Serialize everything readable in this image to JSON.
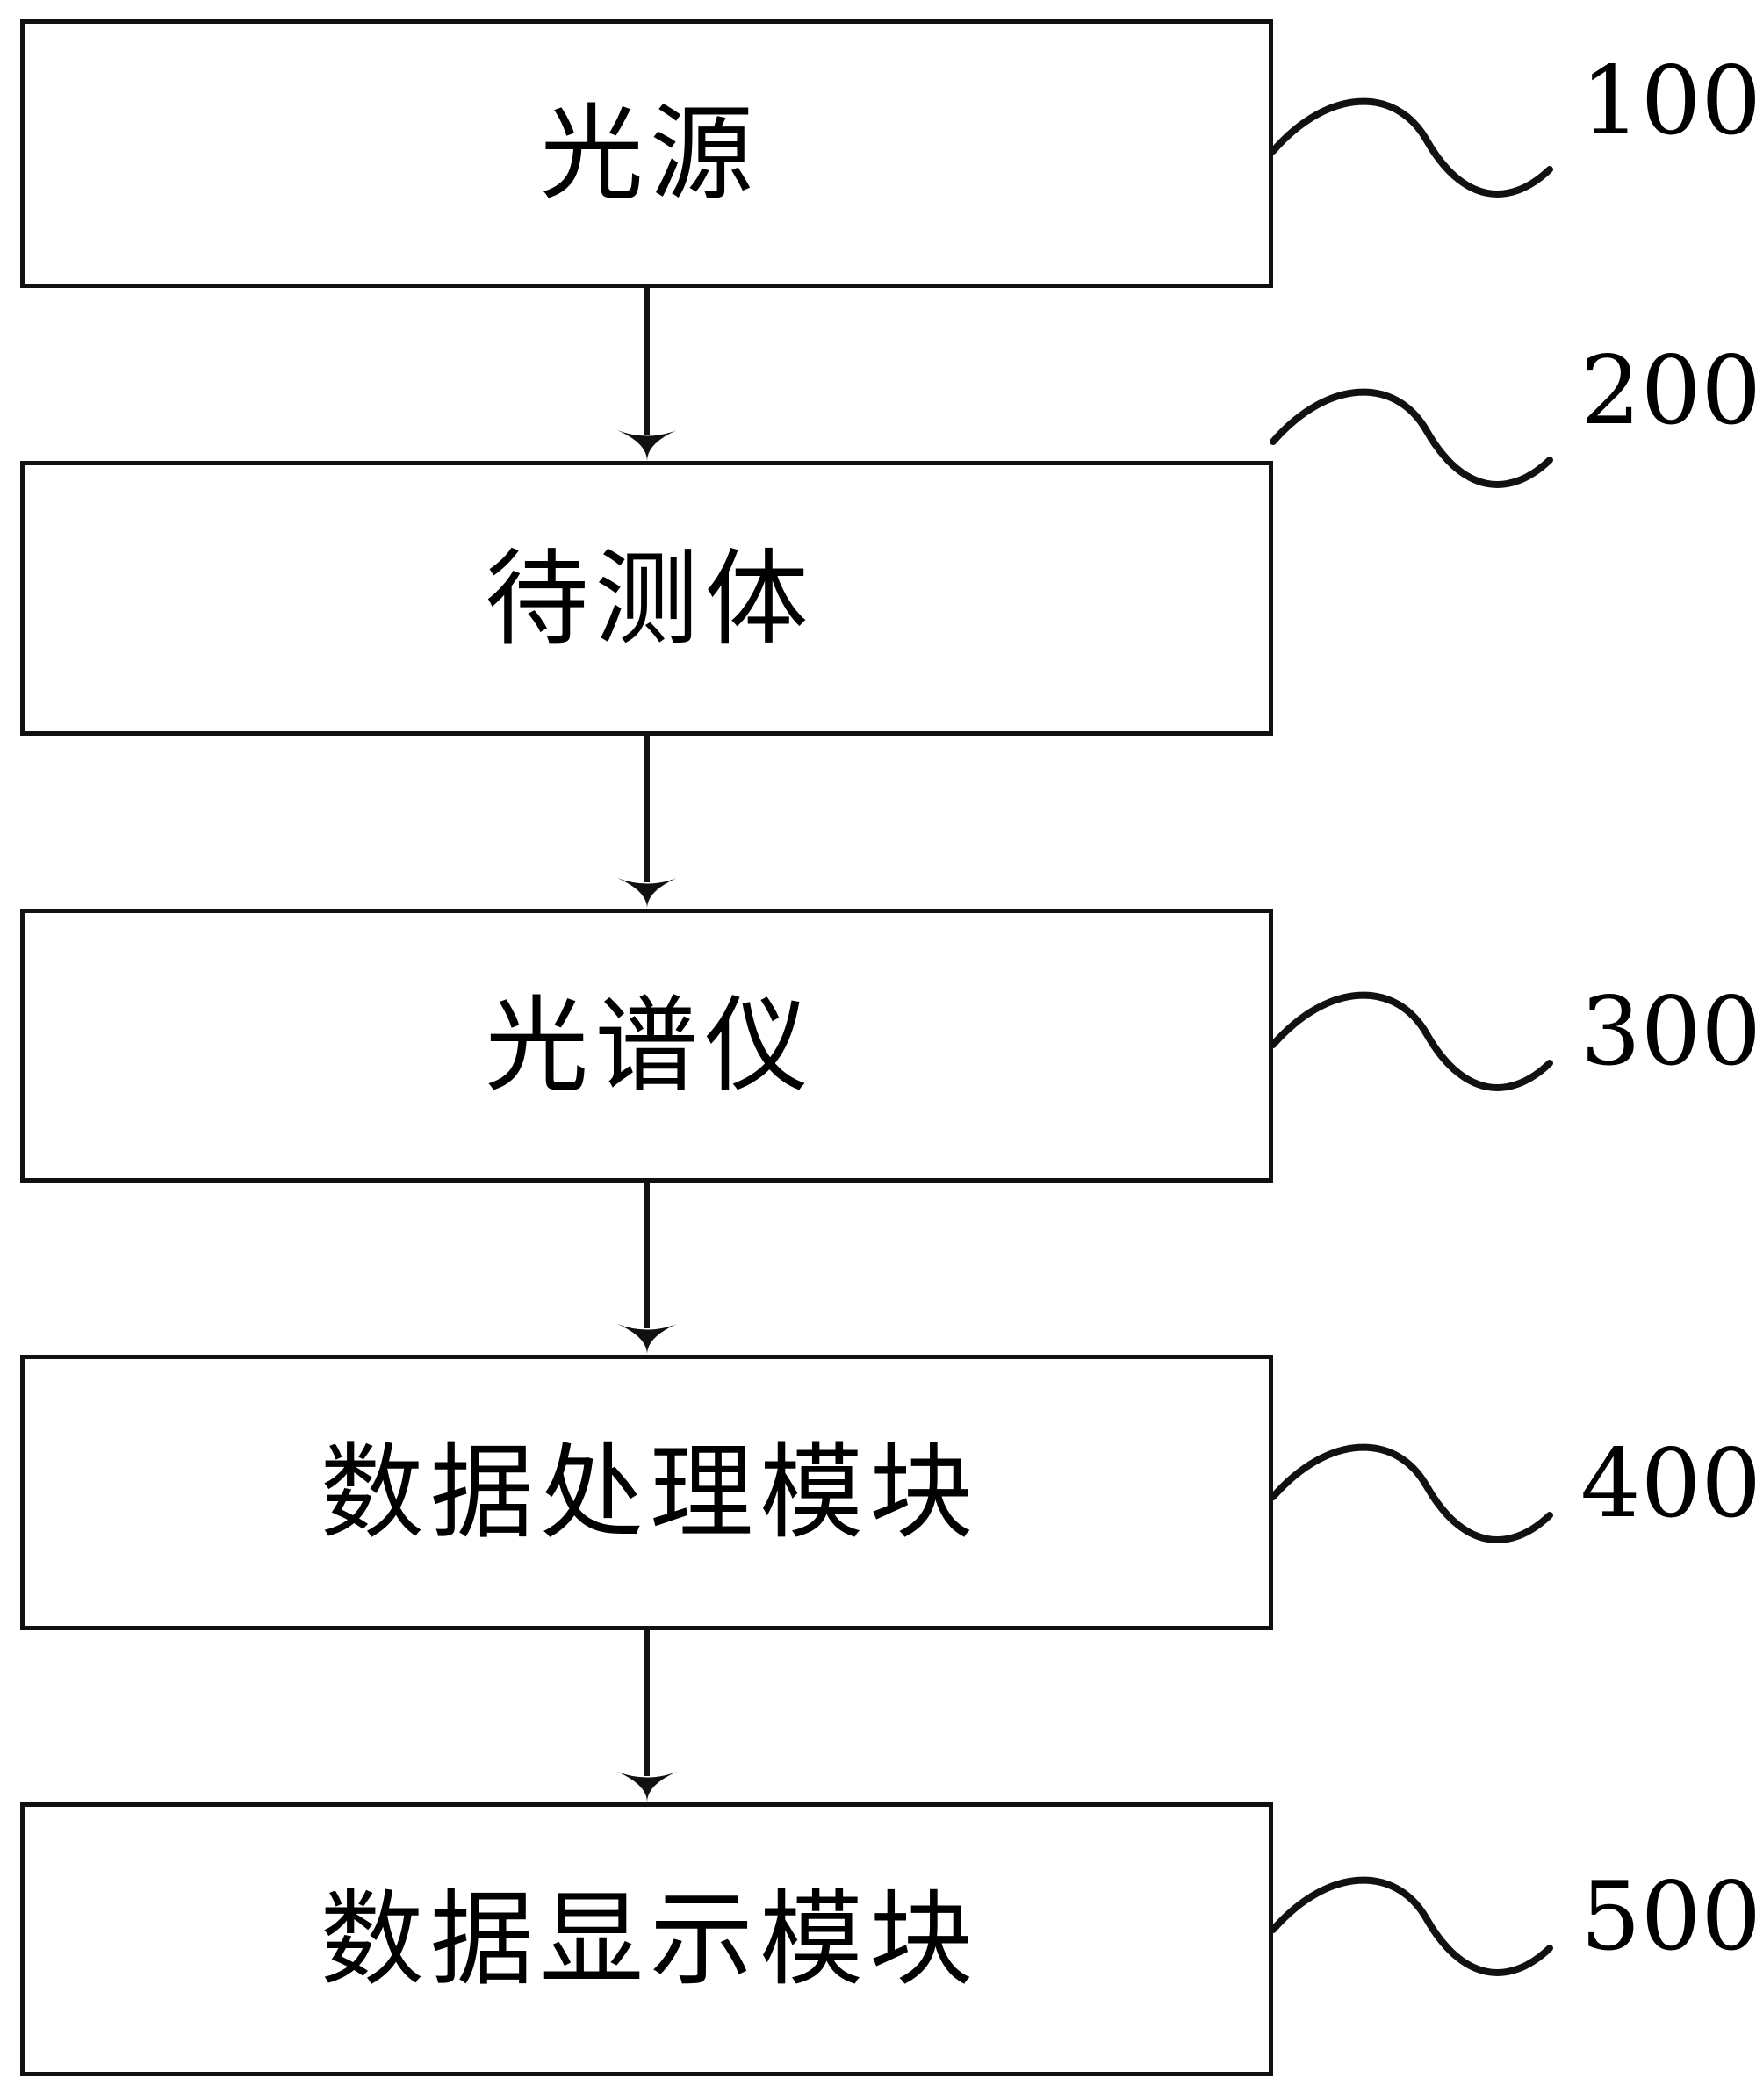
{
  "figure": {
    "type": "patent-block-diagram",
    "orientation": "vertical-top-to-bottom",
    "background_color": "#ffffff",
    "line_color": "#111111"
  },
  "nodes": [
    {
      "id": "light-source",
      "label": "光源",
      "ref": "100"
    },
    {
      "id": "object-under-test",
      "label": "待测体",
      "ref": "200"
    },
    {
      "id": "spectrometer",
      "label": "光谱仪",
      "ref": "300"
    },
    {
      "id": "data-processing-module",
      "label": "数据处理模块",
      "ref": "400"
    },
    {
      "id": "data-display-module",
      "label": "数据显示模块",
      "ref": "500"
    }
  ],
  "connectors": [
    {
      "from": "light-source",
      "to": "object-under-test",
      "style": "arrow-down"
    },
    {
      "from": "object-under-test",
      "to": "spectrometer",
      "style": "arrow-down"
    },
    {
      "from": "spectrometer",
      "to": "data-processing-module",
      "style": "arrow-down"
    },
    {
      "from": "data-processing-module",
      "to": "data-display-module",
      "style": "arrow-down"
    }
  ],
  "leaders": [
    {
      "ref": "100",
      "style": "sine-squiggle"
    },
    {
      "ref": "200",
      "style": "sine-squiggle"
    },
    {
      "ref": "300",
      "style": "sine-squiggle"
    },
    {
      "ref": "400",
      "style": "sine-squiggle"
    },
    {
      "ref": "500",
      "style": "sine-squiggle"
    }
  ]
}
